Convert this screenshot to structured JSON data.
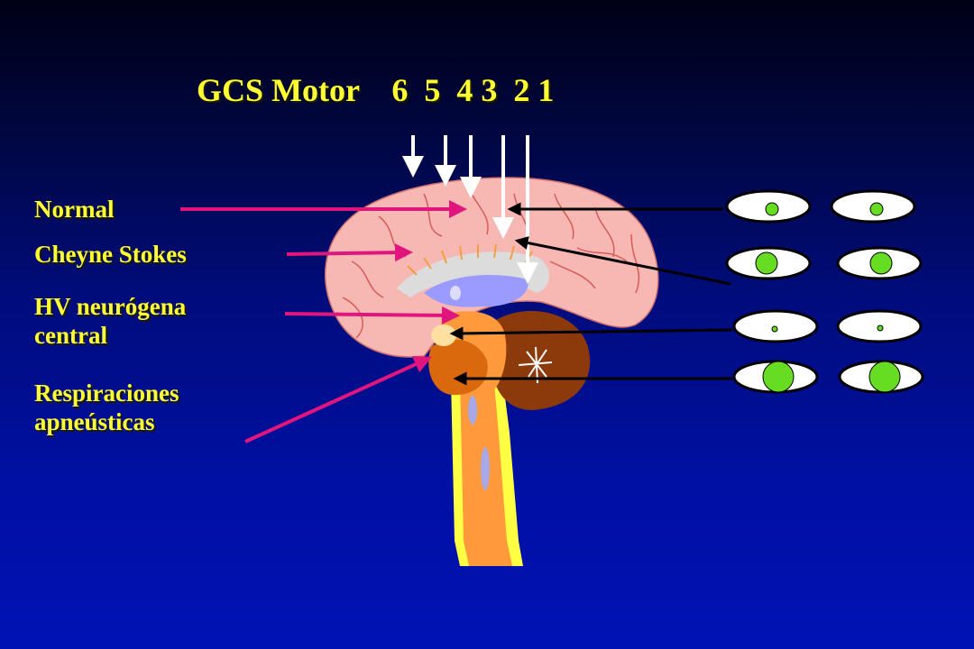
{
  "title": "GCS Motor    6  5  4 3  2 1",
  "labels": {
    "normal": "Normal",
    "cheyne_stokes": "Cheyne Stokes",
    "hv_line1": "HV neurógena",
    "hv_line2": "central",
    "resp_line1": "Respiraciones",
    "resp_line2": "apneústicas"
  },
  "colors": {
    "label_text": "#ffff33",
    "brain": "#f7b8b4",
    "cerebellum": "#8c3a0c",
    "brainstem": "#ff9a3c",
    "spinal_outline": "#ffff44",
    "eye_iris": "#66dd22",
    "pink_arrow": "#e0157e",
    "black_arrow": "#000000",
    "white_arrow": "#ffffff"
  },
  "pupils": [
    {
      "row": "normal",
      "pupil": "small reactive"
    },
    {
      "row": "cheyne-stokes",
      "pupil": "medium"
    },
    {
      "row": "hv-neurogena-central",
      "pupil": "pinpoint"
    },
    {
      "row": "respiraciones-apneusticas",
      "pupil": "fixed mid-dilated"
    }
  ]
}
